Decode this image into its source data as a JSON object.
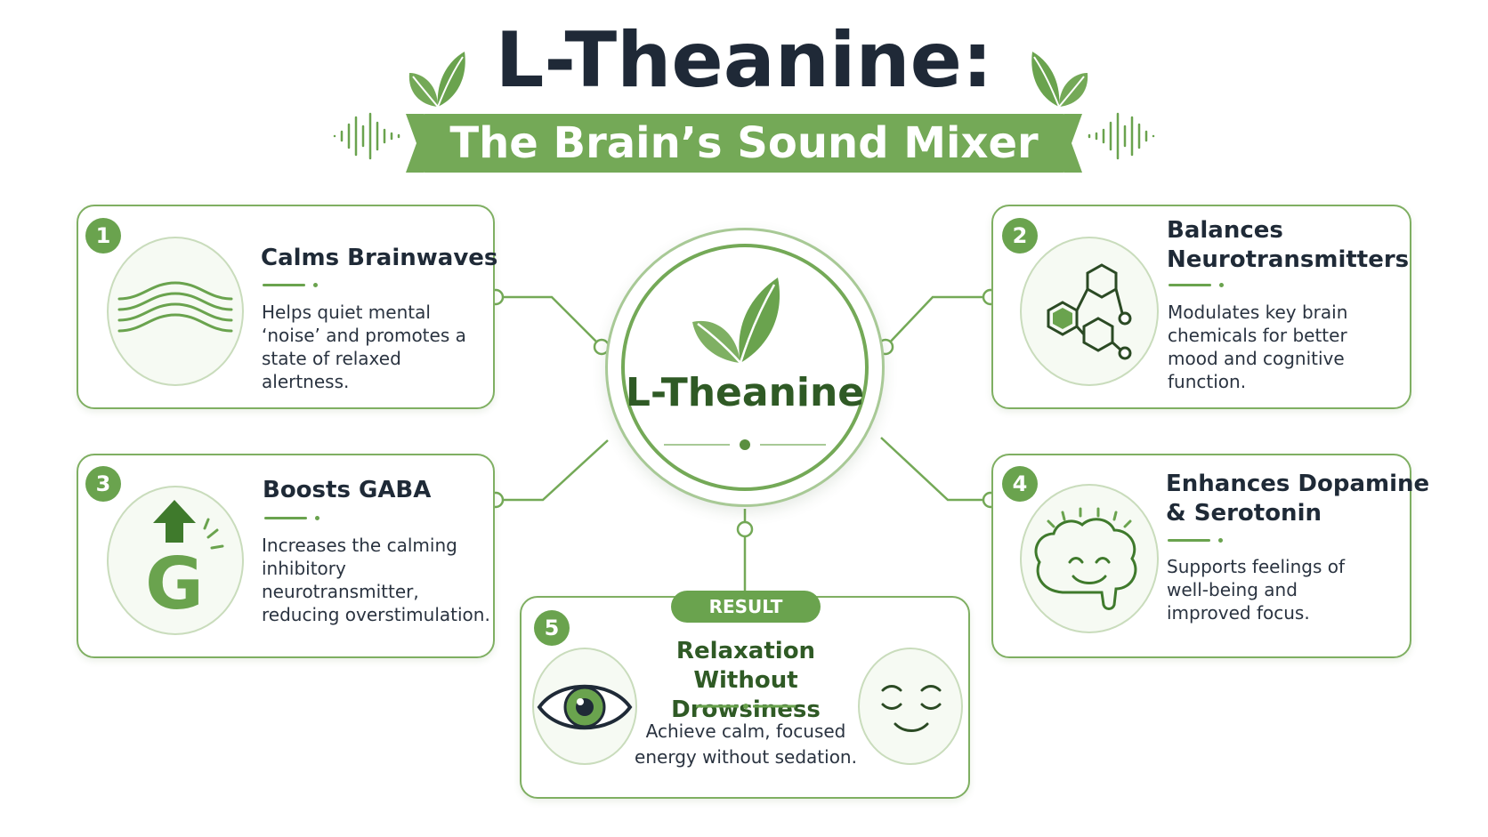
{
  "header": {
    "title": "L-Theanine:",
    "subtitle": "The Brain’s Sound Mixer"
  },
  "center": {
    "label": "L-Theanine"
  },
  "cards": [
    {
      "number": "1",
      "title": "Calms Brainwaves",
      "body": [
        "Helps quiet mental",
        "‘noise’ and promotes a",
        "state of relaxed alertness."
      ],
      "icon": "brainwave-icon"
    },
    {
      "number": "2",
      "title": [
        "Balances",
        "Neurotransmitters"
      ],
      "body": [
        "Modulates key brain",
        "chemicals for better",
        "mood and cognitive",
        "function."
      ],
      "icon": "molecule-icon"
    },
    {
      "number": "3",
      "title": "Boosts GABA",
      "body": [
        "Increases the calming",
        "inhibitory",
        "neurotransmitter,",
        "reducing overstimulation."
      ],
      "icon": "gaba-arrow-icon"
    },
    {
      "number": "4",
      "title": [
        "Enhances Dopamine",
        "& Serotonin"
      ],
      "body": [
        "Supports feelings of",
        "well-being and",
        "improved focus."
      ],
      "icon": "happy-brain-icon"
    }
  ],
  "result": {
    "number": "5",
    "pill": "RESULT",
    "title": [
      "Relaxation",
      "Without Drowsiness"
    ],
    "body": [
      "Achieve calm, focused",
      "energy without sedation."
    ],
    "left_icon": "eye-icon",
    "right_icon": "calm-face-icon"
  },
  "colors": {
    "accent": "#6aa34e",
    "accent_light": "#74a957",
    "border": "#7faf62",
    "dark_green": "#2f5a25",
    "title_text": "#1f2937"
  }
}
